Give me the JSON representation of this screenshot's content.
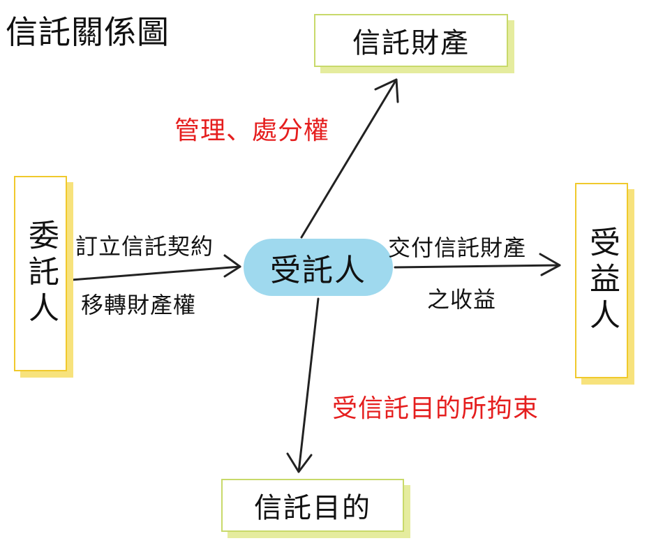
{
  "title": "信託關係圖",
  "nodes": {
    "trust_property": "信託財產",
    "trust_purpose": "信託目的",
    "settlor": "委託人",
    "beneficiary": "受益人",
    "trustee": "受託人"
  },
  "edges": {
    "management_rights": "管理、處分權",
    "contract": "訂立信託契約",
    "transfer": "移轉財產權",
    "deliver": "交付信託財產",
    "income": "之收益",
    "bound_by_purpose": "受信託目的所拘束"
  },
  "colors": {
    "trustee_fill": "#9fd9ee",
    "box_green_border": "#c8d96a",
    "box_yellow_border": "#f0c92c",
    "red_text": "#e51e1e",
    "arrow": "#222222"
  }
}
